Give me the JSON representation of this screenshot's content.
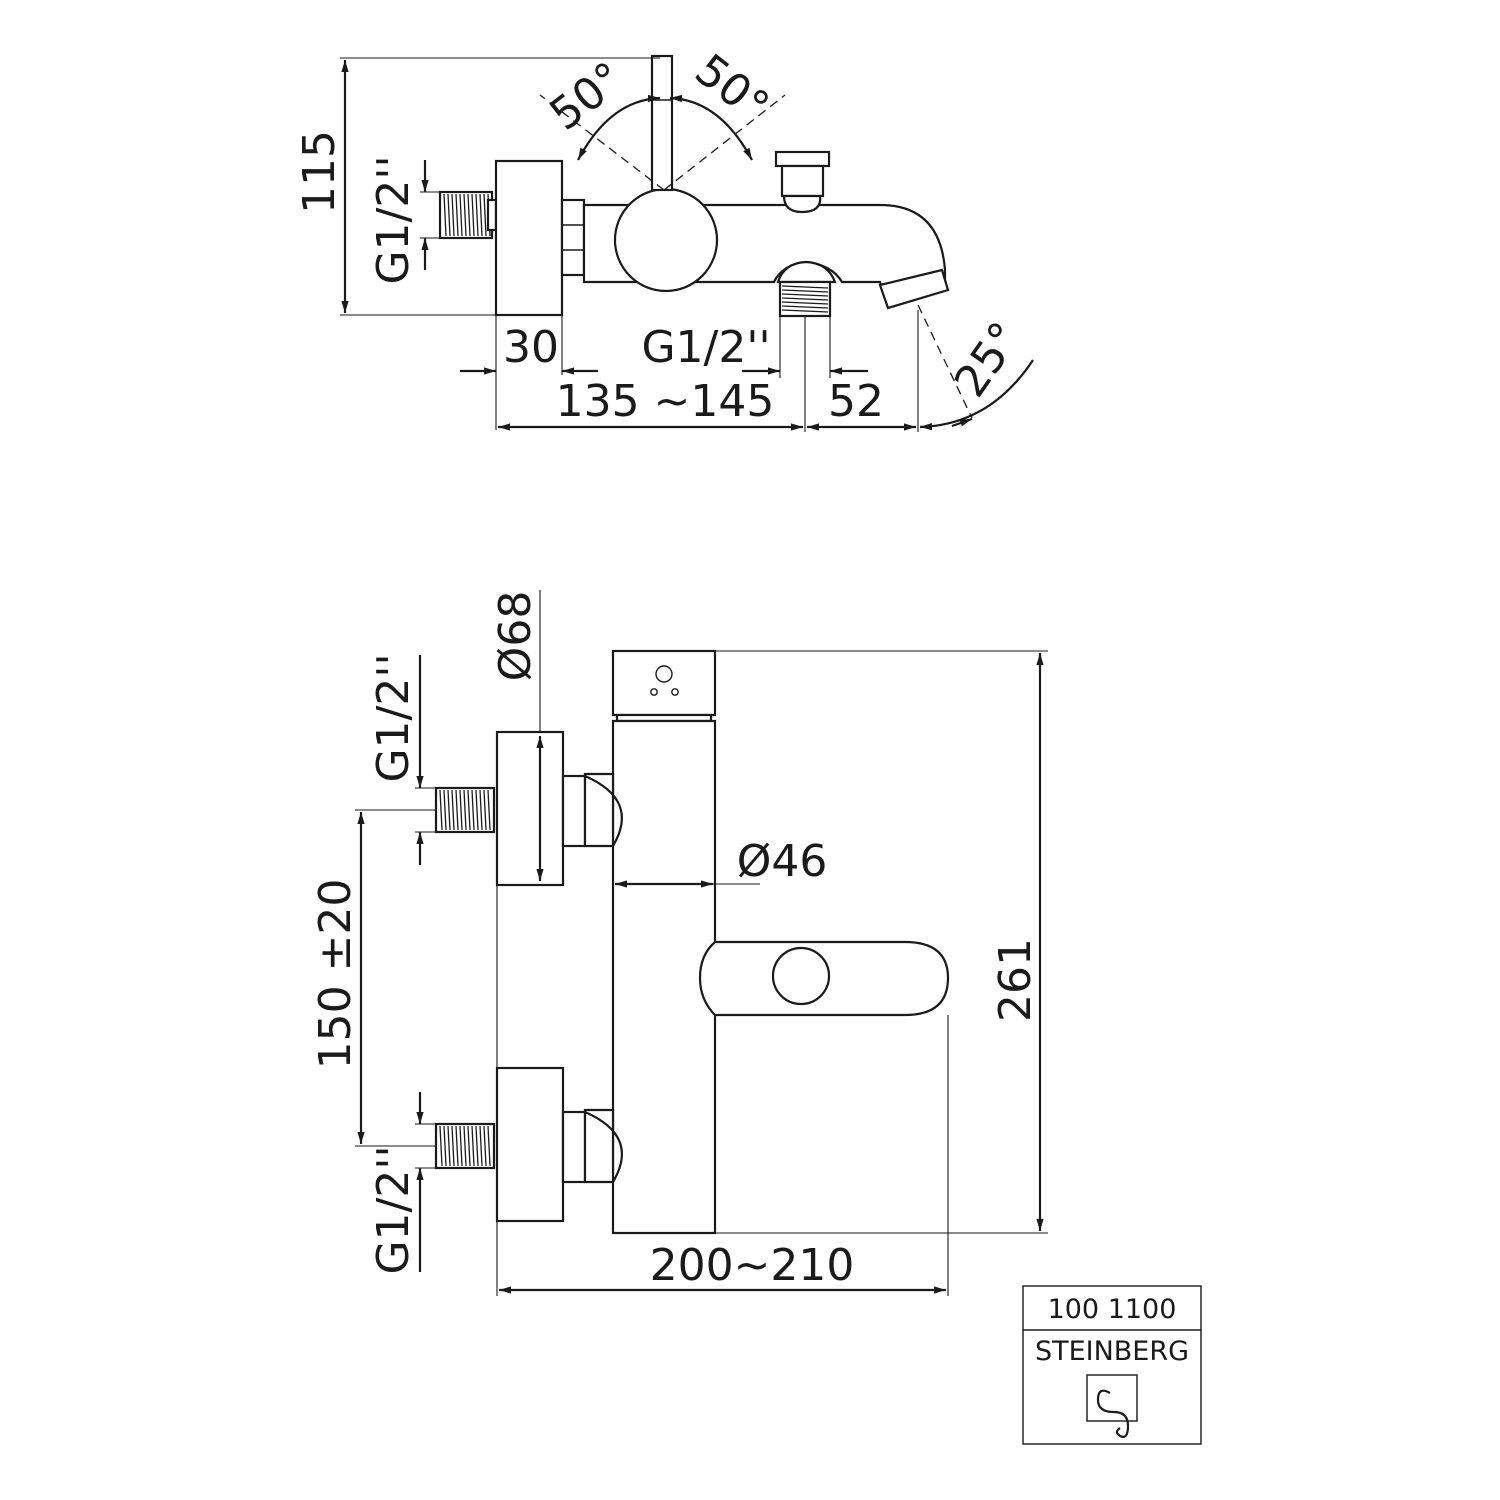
{
  "top_view": {
    "height": "115",
    "thread_left": "G1/2''",
    "angle_left": "50°",
    "angle_right": "50°",
    "wall_offset": "30",
    "thread_spout": "G1/2''",
    "length": "135 ~145",
    "spout_offset": "52",
    "spout_angle": "25°"
  },
  "front_view": {
    "diameter_top": "Ø68",
    "thread_top": "G1/2''",
    "diameter_body": "Ø46",
    "centers": "150 ±20",
    "thread_bottom": "G1/2''",
    "height": "261",
    "width": "200~210"
  },
  "title_box": {
    "code": "100 1100",
    "brand": "STEINBERG",
    "logo": "steinberg-logo-mark"
  }
}
